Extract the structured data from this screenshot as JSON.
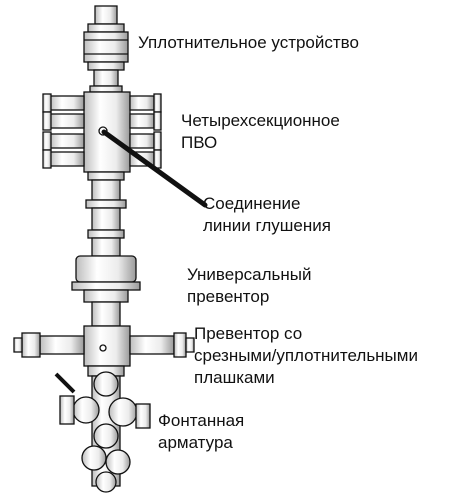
{
  "labels": {
    "seal_device": [
      "Уплотнительное устройство"
    ],
    "four_section_bop": [
      "Четырехсекционное",
      "ПВО"
    ],
    "kill_line_connection": [
      "Соединение",
      "линии глушения"
    ],
    "universal_preventer": [
      "Универсальный",
      "превентор"
    ],
    "shear_seal_preventer": [
      "Превентор со",
      "срезными/уплотнительными",
      "плашками"
    ],
    "christmas_tree": [
      "Фонтанная",
      "арматура"
    ]
  },
  "colors": {
    "stroke": "#111111",
    "fill": "#ffffff",
    "shade": "#d9d9d9",
    "pointer": "#111111"
  }
}
